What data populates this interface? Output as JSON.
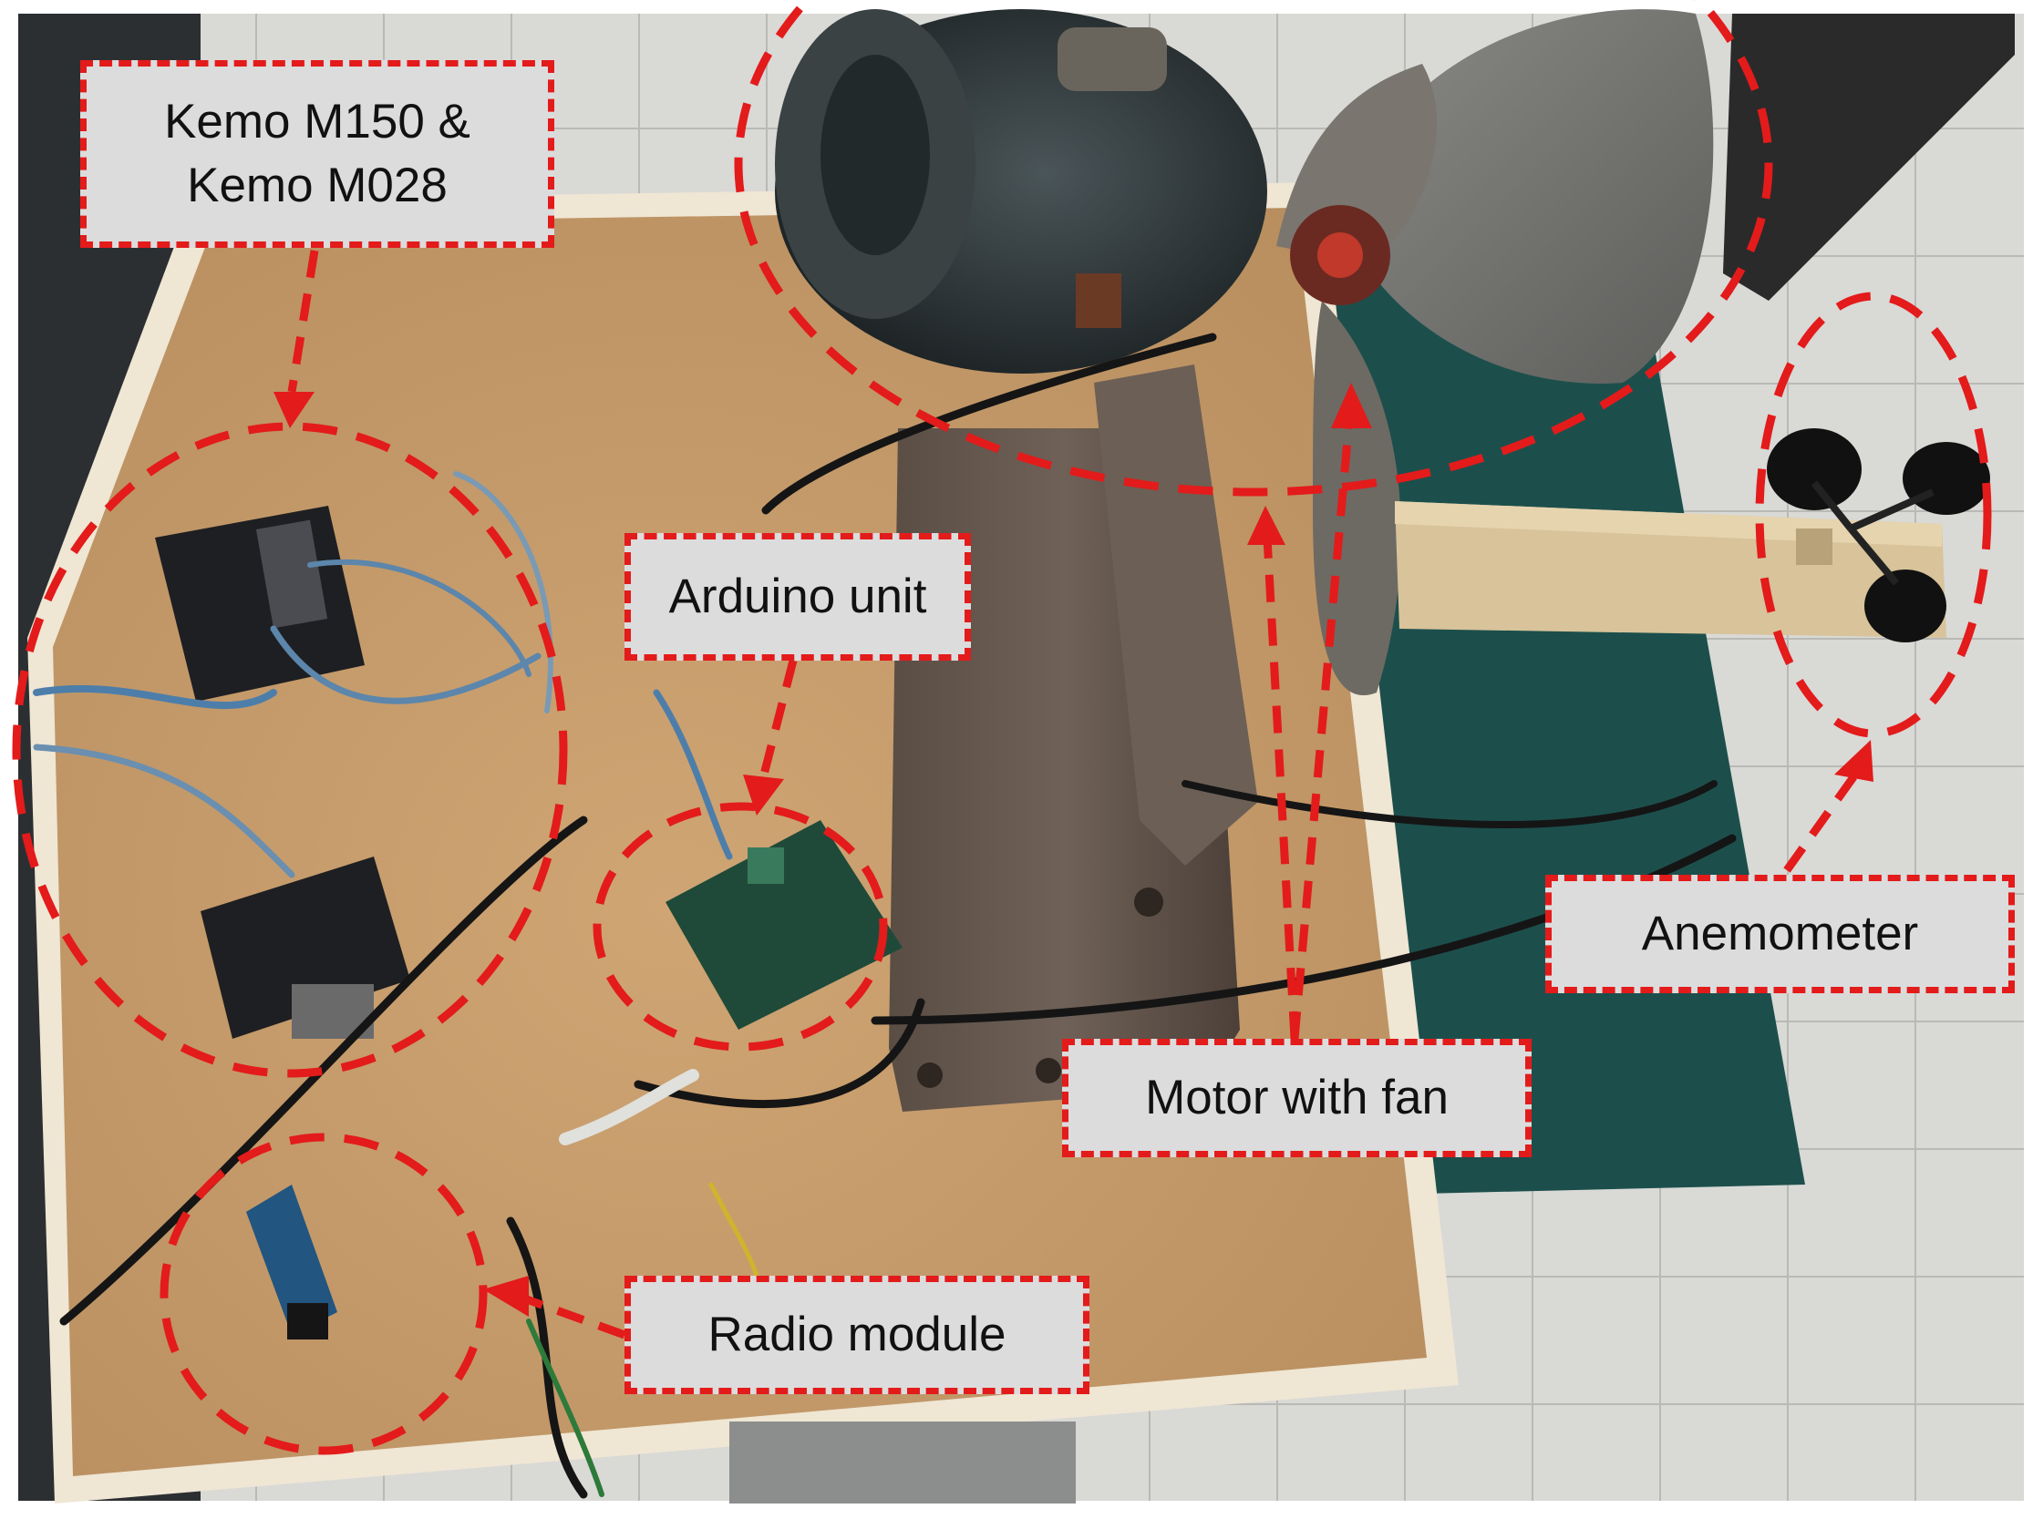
{
  "labels": {
    "kemo_line1": "Kemo M150 &",
    "kemo_line2": "Kemo M028",
    "arduino": "Arduino unit",
    "motor": "Motor with fan",
    "anemometer": "Anemometer",
    "radio": "Radio module"
  },
  "colors": {
    "annotation": "#e31b1b",
    "label_fill": "#dcdcdc"
  }
}
